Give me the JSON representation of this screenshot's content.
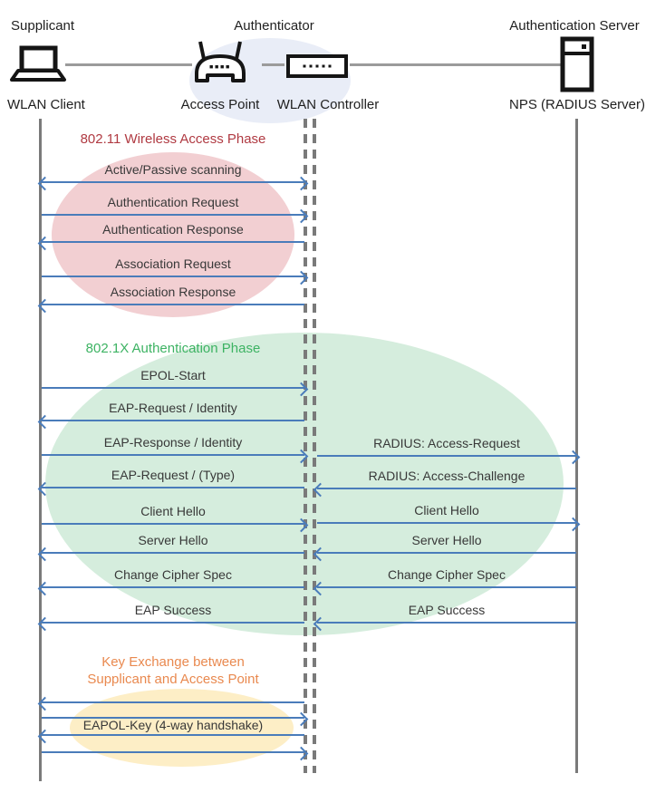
{
  "header": {
    "roles": {
      "supplicant": "Supplicant",
      "authenticator": "Authenticator",
      "server": "Authentication Server"
    },
    "nodes": {
      "client": "WLAN Client",
      "ap": "Access Point",
      "controller": "WLAN Controller",
      "nps": "NPS (RADIUS Server)"
    }
  },
  "phases": {
    "wireless": {
      "title": "802.11 Wireless Access Phase",
      "text_color": "#b03a42",
      "fill": "#f2cfd2"
    },
    "dot1x": {
      "title": "802.1X Authentication Phase",
      "text_color": "#3db363",
      "fill": "#d5eddd"
    },
    "key_exchange": {
      "title_line1": "Key Exchange between",
      "title_line2": "Supplicant and Access Point",
      "text_color": "#e9894f",
      "fill": "#fdeec6"
    }
  },
  "messages": {
    "left": [
      {
        "label": "Active/Passive scanning",
        "direction": "both"
      },
      {
        "label": "Authentication Request",
        "direction": "right"
      },
      {
        "label": "Authentication Response",
        "direction": "left"
      },
      {
        "label": "Association Request",
        "direction": "right"
      },
      {
        "label": "Association Response",
        "direction": "left"
      },
      {
        "label": "EPOL-Start",
        "direction": "right"
      },
      {
        "label": "EAP-Request / Identity",
        "direction": "left"
      },
      {
        "label": "EAP-Response / Identity",
        "direction": "right"
      },
      {
        "label": "EAP-Request / (Type)",
        "direction": "left"
      },
      {
        "label": "Client Hello",
        "direction": "right"
      },
      {
        "label": "Server Hello",
        "direction": "left"
      },
      {
        "label": "Change Cipher Spec",
        "direction": "left"
      },
      {
        "label": "EAP Success",
        "direction": "left"
      },
      {
        "label": "",
        "direction": "left"
      },
      {
        "label": "",
        "direction": "right"
      },
      {
        "label": "EAPOL-Key (4-way handshake)",
        "direction": "left"
      },
      {
        "label": "",
        "direction": "right"
      }
    ],
    "right": [
      {
        "label": "RADIUS: Access-Request",
        "direction": "right"
      },
      {
        "label": "RADIUS: Access-Challenge",
        "direction": "left"
      },
      {
        "label": "Client Hello",
        "direction": "right"
      },
      {
        "label": "Server Hello",
        "direction": "left"
      },
      {
        "label": "Change Cipher Spec",
        "direction": "left"
      },
      {
        "label": "EAP Success",
        "direction": "left"
      }
    ]
  },
  "colors": {
    "arrow": "#4a7cba",
    "lifeline": "#7a7a7a",
    "connector": "#9b9b9b"
  }
}
